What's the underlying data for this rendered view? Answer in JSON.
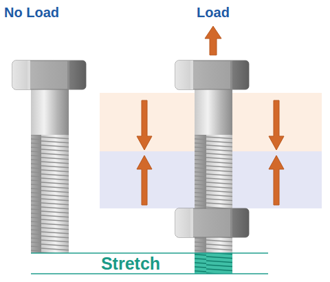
{
  "diagram": {
    "labels": [
      "No Load",
      "Load",
      "Stretch"
    ]
  }
}
